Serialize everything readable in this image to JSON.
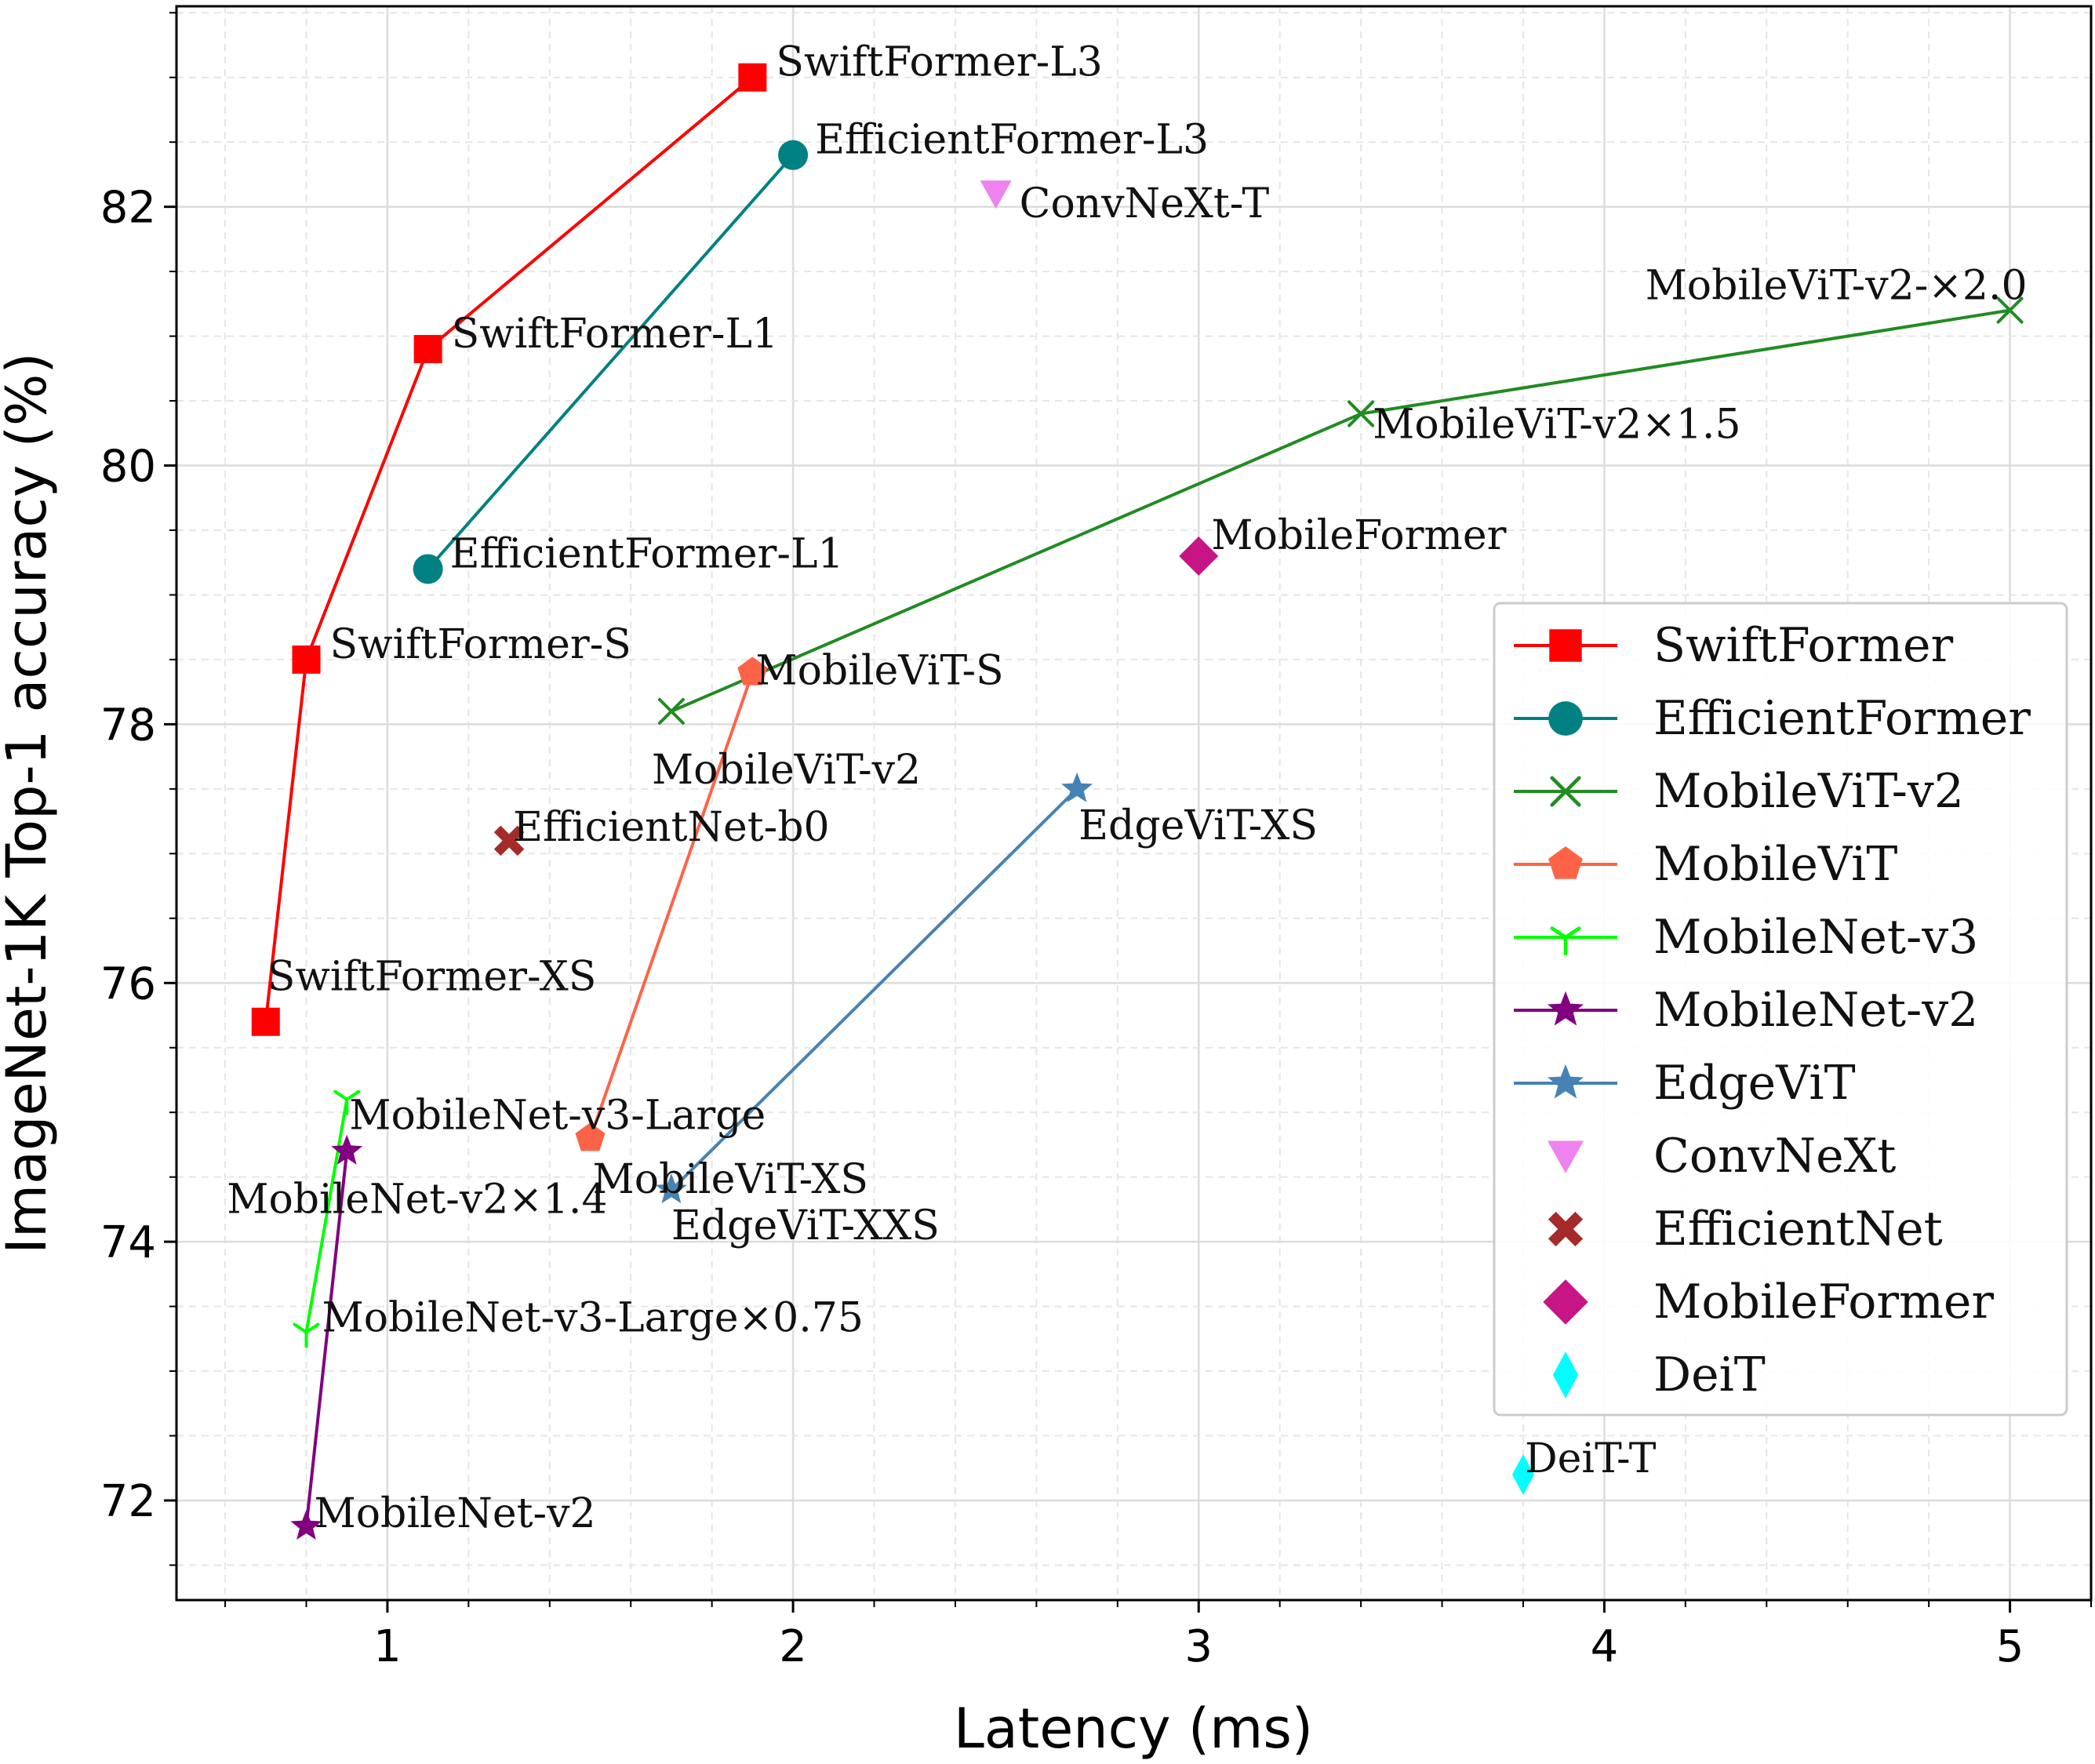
{
  "chart_data": {
    "type": "scatter",
    "xlabel": "Latency (ms)",
    "ylabel": "ImageNet-1K Top-1 accuracy (%)",
    "xlim": [
      0.48,
      5.2
    ],
    "ylim": [
      71.23,
      83.55
    ],
    "xticks": [
      1,
      2,
      3,
      4,
      5
    ],
    "xtick_labels": [
      "1",
      "2",
      "3",
      "4",
      "5"
    ],
    "yticks": [
      72,
      74,
      76,
      78,
      80,
      82
    ],
    "ytick_labels": [
      "72",
      "74",
      "76",
      "78",
      "80",
      "82"
    ],
    "grid": true,
    "legend_position": "right",
    "series": [
      {
        "name": "SwiftFormer",
        "color": "#ff0000",
        "marker": "square",
        "line": true,
        "points": [
          {
            "x": 0.7,
            "y": 75.7,
            "label": "SwiftFormer-XS"
          },
          {
            "x": 0.8,
            "y": 78.5,
            "label": "SwiftFormer-S"
          },
          {
            "x": 1.1,
            "y": 80.9,
            "label": "SwiftFormer-L1"
          },
          {
            "x": 1.9,
            "y": 83.0,
            "label": "SwiftFormer-L3"
          }
        ]
      },
      {
        "name": "EfficientFormer",
        "color": "#008080",
        "marker": "circle",
        "line": true,
        "points": [
          {
            "x": 1.1,
            "y": 79.2,
            "label": "EfficientFormer-L1"
          },
          {
            "x": 2.0,
            "y": 82.4,
            "label": "EfficientFormer-L3"
          }
        ]
      },
      {
        "name": "MobileViT-v2",
        "color": "#228b22",
        "marker": "x",
        "line": true,
        "points": [
          {
            "x": 1.7,
            "y": 78.1,
            "label": "MobileViT-v2"
          },
          {
            "x": 3.4,
            "y": 80.4,
            "label": "MobileViT-v2×1.5"
          },
          {
            "x": 5.0,
            "y": 81.2,
            "label": "MobileViT-v2-×2.0"
          }
        ]
      },
      {
        "name": "MobileViT",
        "color": "#ff6347",
        "marker": "pentagon",
        "line": true,
        "points": [
          {
            "x": 1.5,
            "y": 74.8,
            "label": "MobileViT-XS"
          },
          {
            "x": 1.9,
            "y": 78.4,
            "label": "MobileViT-S"
          }
        ]
      },
      {
        "name": "MobileNet-v3",
        "color": "#00ff00",
        "marker": "tri-down",
        "line": true,
        "points": [
          {
            "x": 0.8,
            "y": 73.3,
            "label": "MobileNet-v3-Large×0.75"
          },
          {
            "x": 0.9,
            "y": 75.1,
            "label": "MobileNet-v3-Large"
          }
        ]
      },
      {
        "name": "MobileNet-v2",
        "color": "#800080",
        "marker": "star",
        "line": true,
        "points": [
          {
            "x": 0.8,
            "y": 71.8,
            "label": "MobileNet-v2"
          },
          {
            "x": 0.9,
            "y": 74.7,
            "label": "MobileNet-v2×1.4"
          }
        ]
      },
      {
        "name": "EdgeViT",
        "color": "#4682b4",
        "marker": "star",
        "line": true,
        "points": [
          {
            "x": 1.7,
            "y": 74.4,
            "label": "EdgeViT-XXS"
          },
          {
            "x": 2.7,
            "y": 77.5,
            "label": "EdgeViT-XS"
          }
        ]
      },
      {
        "name": "ConvNeXt",
        "color": "#ee82ee",
        "marker": "triangle-down",
        "line": false,
        "points": [
          {
            "x": 2.5,
            "y": 82.1,
            "label": "ConvNeXt-T"
          }
        ]
      },
      {
        "name": "EfficientNet",
        "color": "#a52a2a",
        "marker": "x-filled",
        "line": false,
        "points": [
          {
            "x": 1.3,
            "y": 77.1,
            "label": "EfficientNet-b0"
          }
        ]
      },
      {
        "name": "MobileFormer",
        "color": "#c71585",
        "marker": "diamond",
        "line": false,
        "points": [
          {
            "x": 3.0,
            "y": 79.3,
            "label": "MobileFormer"
          }
        ]
      },
      {
        "name": "DeiT",
        "color": "#00ffff",
        "marker": "thin-diamond",
        "line": false,
        "points": [
          {
            "x": 3.8,
            "y": 72.2,
            "label": "DeiT-T"
          }
        ]
      }
    ]
  }
}
